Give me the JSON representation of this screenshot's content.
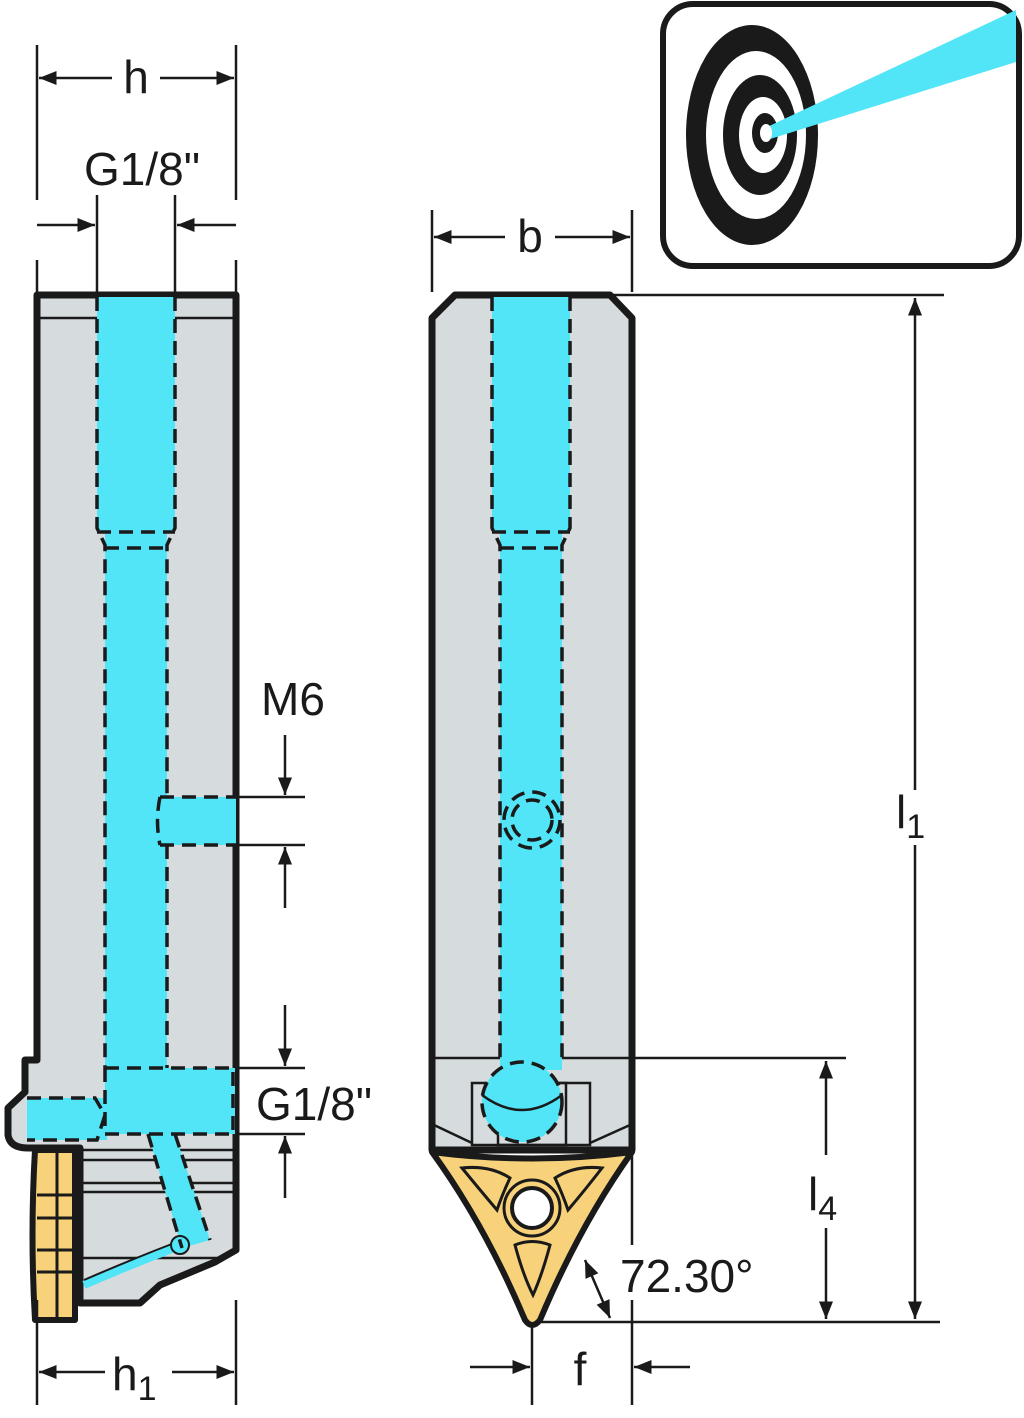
{
  "labels": {
    "h": "h",
    "g18_top": "G1/8\"",
    "m6": "M6",
    "g18_side": "G1/8\"",
    "h1_base": "h",
    "h1_sub": "1",
    "b": "b",
    "l1_base": "l",
    "l1_sub": "1",
    "l4_base": "l",
    "l4_sub": "4",
    "angle": "72.30°",
    "f": "f"
  },
  "colors": {
    "body": "#d6dbde",
    "coolant": "#52e5f8",
    "insert": "#f7d27a"
  },
  "icons": {
    "badge": "target-coolant-icon"
  }
}
